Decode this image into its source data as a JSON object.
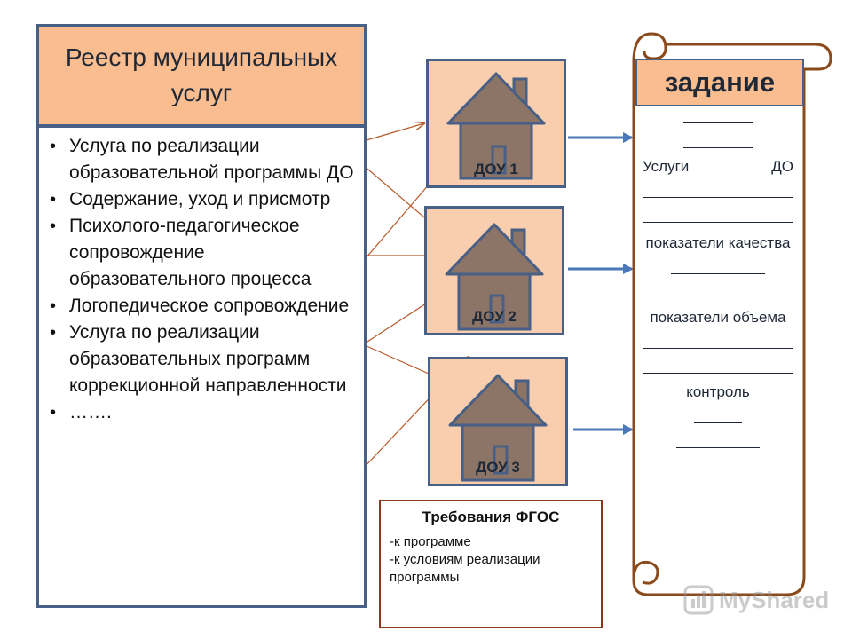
{
  "registry": {
    "title": "Реестр муниципальных услуг",
    "services": [
      "Услуга по реализации образовательной программы ДО",
      "Содержание, уход и присмотр",
      "Психолого-педагогическое сопровождение образовательного процесса",
      "Логопедическое сопровождение",
      "Услуга по реализации образовательных программ коррекционной направленности",
      "……."
    ]
  },
  "dous": [
    {
      "label": "ДОУ 1"
    },
    {
      "label": "ДОУ 2"
    },
    {
      "label": "ДОУ 3"
    }
  ],
  "task": {
    "title": "задание",
    "services_word": "Услуги",
    "do_word": "ДО",
    "quality_label": "показатели качества",
    "volume_label": "показатели объема",
    "control_label": "контроль"
  },
  "fgos": {
    "title": "Требования ФГОС",
    "item_program": "-к программе",
    "item_conditions": "-к условиям реализации программы"
  },
  "watermark": {
    "text": "MyShared"
  },
  "colors": {
    "header_fill": "#f9bd8f",
    "tile_fill": "#f8ceae",
    "border_blue": "#485f86",
    "arrow_blue": "#4a78b8",
    "connector_brown": "#b65a2a",
    "house_fill": "#8c7566",
    "scroll_brown": "#8a4a1c"
  }
}
